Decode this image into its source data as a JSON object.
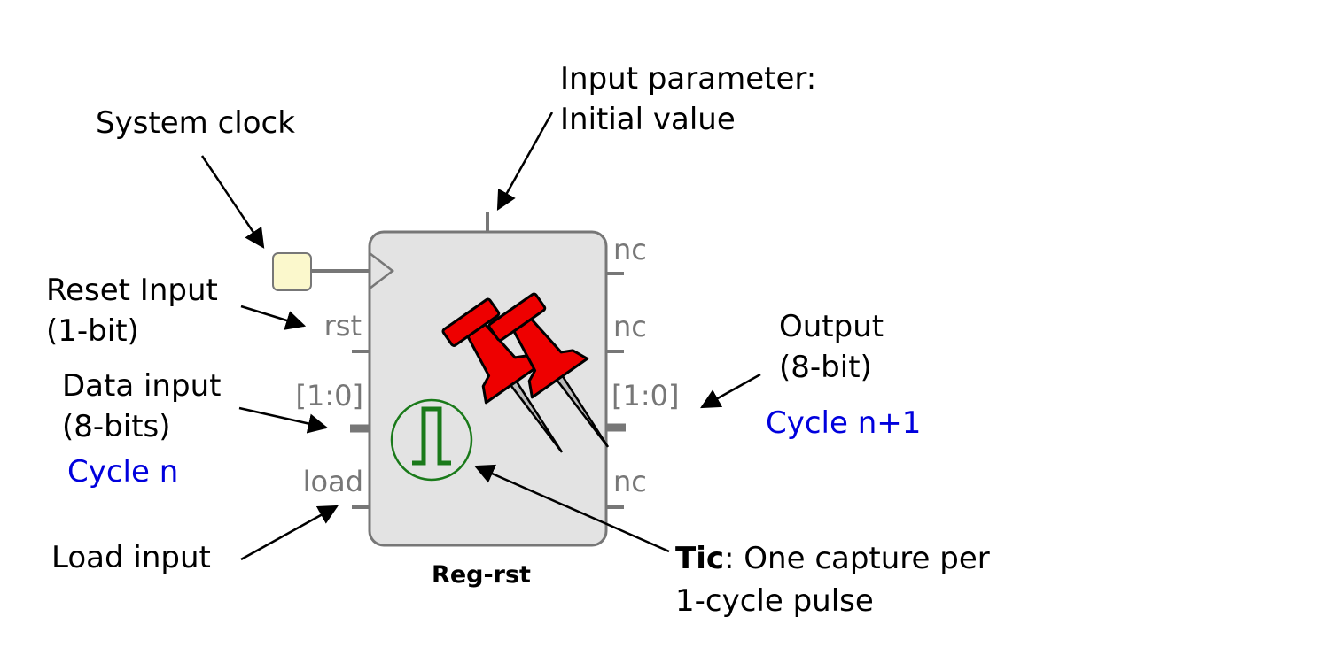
{
  "annotations": {
    "system_clock": "System clock",
    "input_parameter_line1": "Input parameter:",
    "input_parameter_line2": "Initial value",
    "reset_input_line1": "Reset Input",
    "reset_input_line2": "(1-bit)",
    "data_input_line1": "Data input",
    "data_input_line2": "(8-bits)",
    "cycle_n": "Cycle n",
    "load_input": "Load input",
    "output_line1": "Output",
    "output_line2": "(8-bit)",
    "cycle_n_plus_1": "Cycle n+1",
    "tic_bold": "Tic",
    "tic_rest": ": One capture per",
    "tic_line2": "1-cycle pulse"
  },
  "block": {
    "name": "Reg-rst",
    "left_ports": [
      "rst",
      "[1:0]",
      "load"
    ],
    "right_ports": [
      "nc",
      "nc",
      "[1:0]",
      "nc"
    ]
  },
  "colors": {
    "block_fill": "#e3e3e3",
    "block_stroke": "#777777",
    "clock_fill": "#fbf8cc",
    "pulse_green": "#1a7a1a",
    "pin_red": "#ee0000",
    "cycle_blue": "#0000dd"
  },
  "icons": [
    "clock-input-triangle",
    "pulse-icon",
    "pushpin-icon"
  ]
}
